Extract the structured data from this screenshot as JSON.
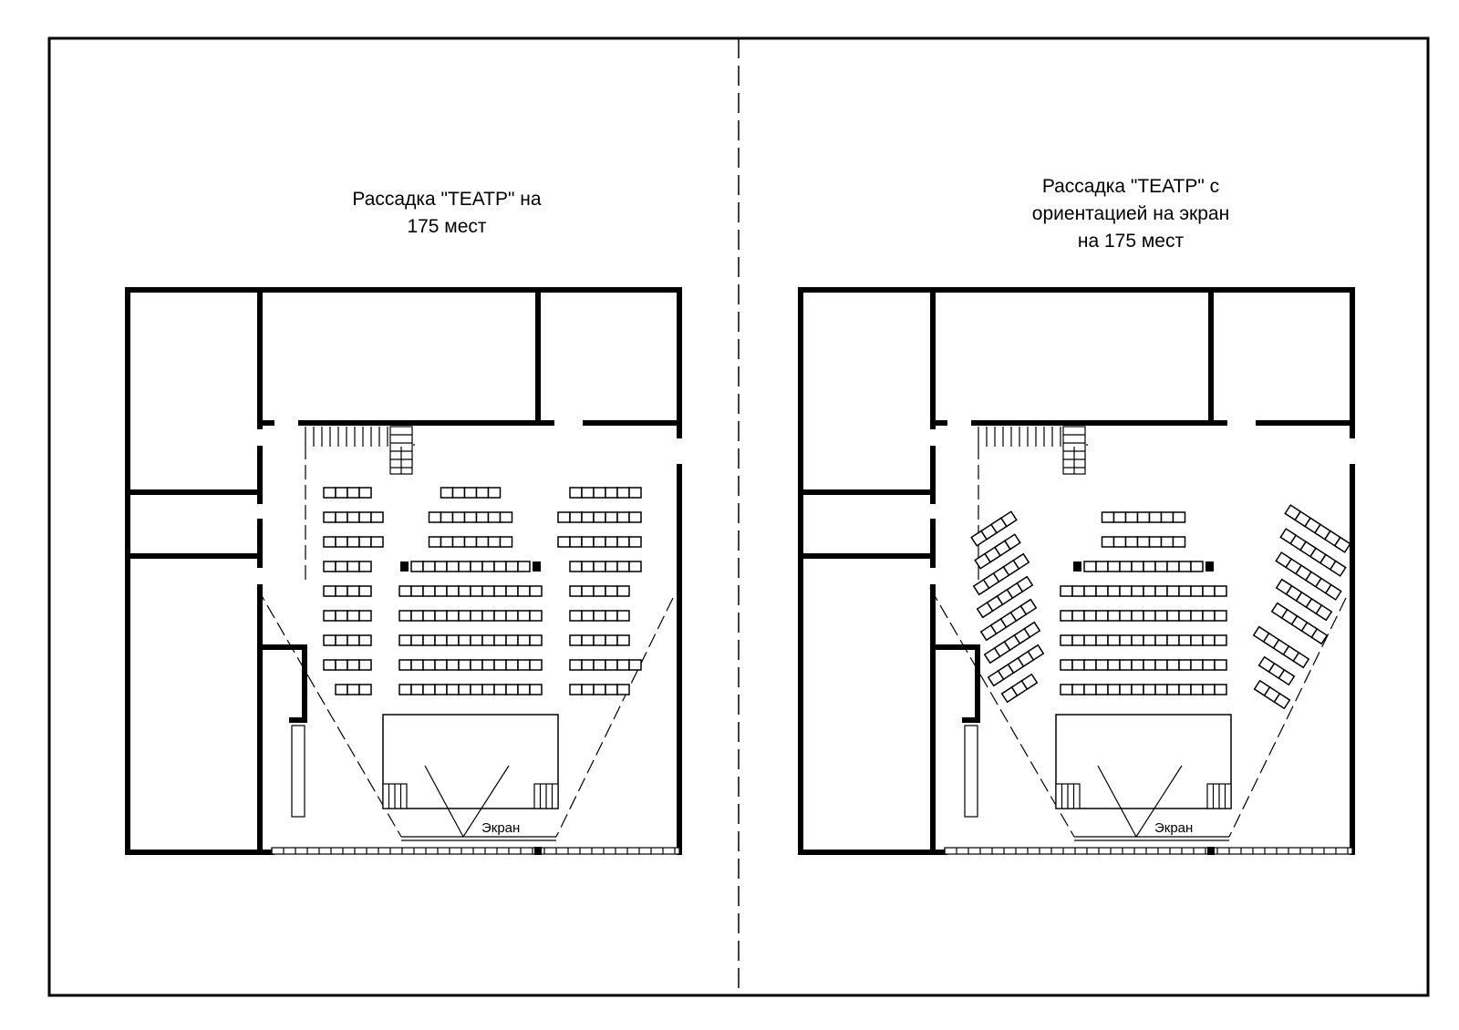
{
  "plans": [
    {
      "id": "left",
      "title_lines": [
        "Рассадка \"ТЕАТР\" на",
        "175 мест"
      ],
      "screen_label": "Экран",
      "layout": "straight"
    },
    {
      "id": "right",
      "title_lines": [
        "Рассадка \"ТЕАТР\" с",
        "ориентацией на экран",
        "на 175 мест"
      ],
      "screen_label": "Экран",
      "layout": "angled"
    }
  ],
  "colors": {
    "line": "#000000",
    "background": "#ffffff"
  }
}
